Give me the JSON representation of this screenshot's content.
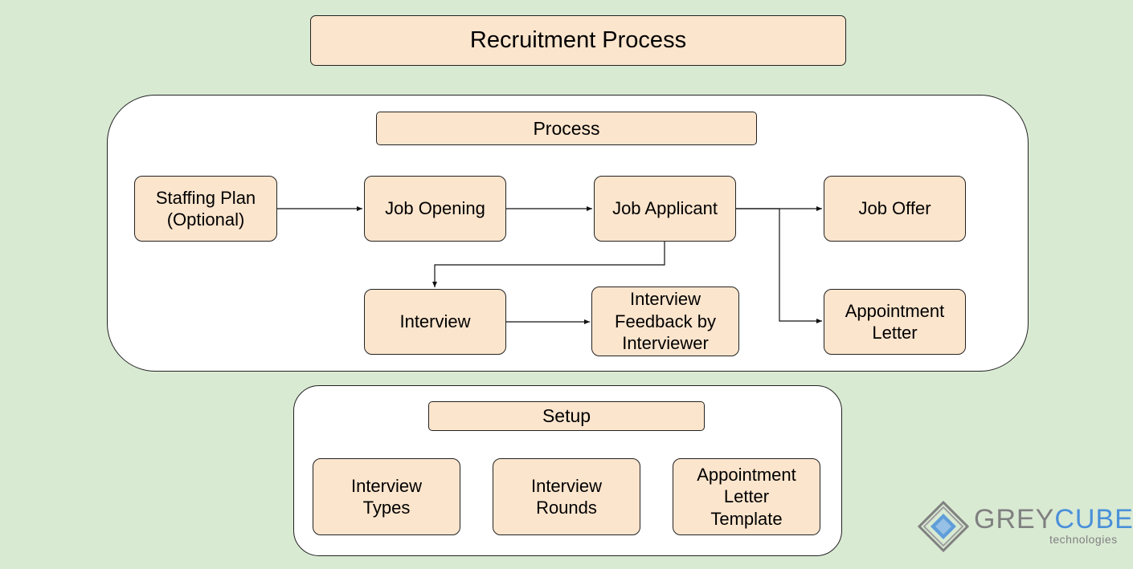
{
  "title": "Recruitment Process",
  "process": {
    "header": "Process",
    "nodes": {
      "staffing_plan": "Staffing Plan\n(Optional)",
      "job_opening": "Job Opening",
      "job_applicant": "Job Applicant",
      "job_offer": "Job Offer",
      "interview": "Interview",
      "interview_feedback": "Interview\nFeedback by\nInterviewer",
      "appointment_letter": "Appointment\nLetter"
    },
    "edges": [
      [
        "staffing_plan",
        "job_opening"
      ],
      [
        "job_opening",
        "job_applicant"
      ],
      [
        "job_applicant",
        "job_offer"
      ],
      [
        "job_applicant",
        "appointment_letter"
      ],
      [
        "job_applicant",
        "interview"
      ],
      [
        "interview",
        "interview_feedback"
      ]
    ]
  },
  "setup": {
    "header": "Setup",
    "items": {
      "interview_types": "Interview\nTypes",
      "interview_rounds": "Interview\nRounds",
      "appointment_letter_template": "Appointment\nLetter\nTemplate"
    }
  },
  "logo": {
    "word_part1": "GREY",
    "word_part2": "CUBE",
    "subtitle": "technologies",
    "colors": {
      "grey": "#808080",
      "blue": "#4a90d9"
    }
  },
  "colors": {
    "background": "#d9ead3",
    "box_fill": "#fce5cd",
    "panel_fill": "#ffffff",
    "stroke": "#222222"
  }
}
